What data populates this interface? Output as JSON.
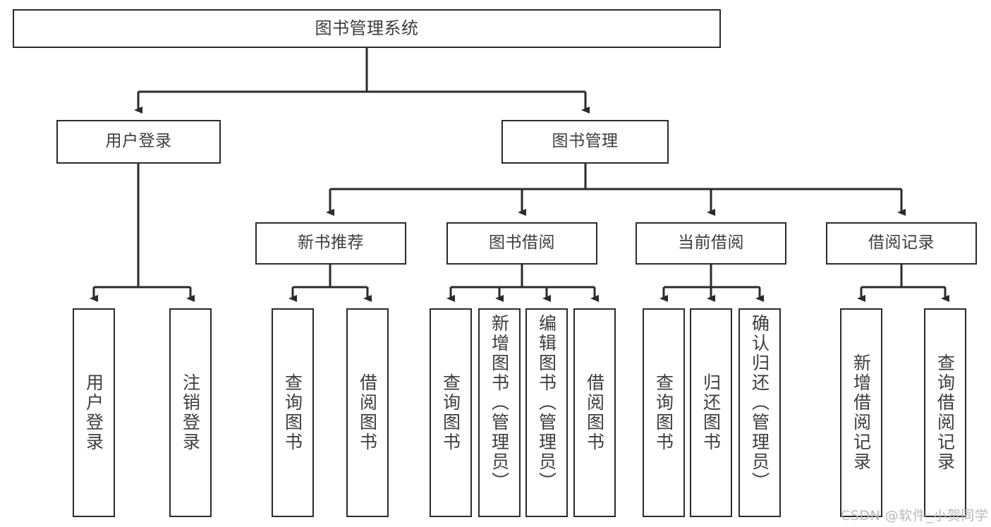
{
  "diagram": {
    "title": "图书管理系统",
    "type": "hierarchy-tree",
    "watermark": "CSDN @软件_小贺同学",
    "colors": {
      "stroke": "#2b2b2b",
      "text": "#3d3d3d",
      "background": "#ffffff",
      "watermark": "#b9b9b9"
    },
    "levels": {
      "level1": [
        "图书管理系统"
      ],
      "level2": [
        "用户登录",
        "图书管理"
      ],
      "level3": [
        "新书推荐",
        "图书借阅",
        "当前借阅",
        "借阅记录"
      ],
      "level4": [
        "用户登录",
        "注销登录",
        "查询图书",
        "借阅图书",
        "查询图书",
        "新增图书（管理员）",
        "编辑图书（管理员）",
        "借阅图书",
        "查询图书",
        "归还图书",
        "确认归还（管理员）",
        "新增借阅记录",
        "查询借阅记录"
      ]
    },
    "nodes": {
      "root": {
        "label": "图书管理系统"
      },
      "user_login": {
        "label": "用户登录"
      },
      "book_manage": {
        "label": "图书管理"
      },
      "new_book_rec": {
        "label": "新书推荐"
      },
      "book_borrow": {
        "label": "图书借阅"
      },
      "current_borrow": {
        "label": "当前借阅"
      },
      "borrow_record": {
        "label": "借阅记录"
      },
      "leaf_user_login": {
        "label": "用户登录"
      },
      "leaf_user_logout": {
        "label": "注销登录"
      },
      "leaf_query_book_a": {
        "label": "查询图书"
      },
      "leaf_borrow_book_a": {
        "label": "借阅图书"
      },
      "leaf_query_book_b": {
        "label": "查询图书"
      },
      "leaf_add_book": {
        "label": "新增图书（管理员）"
      },
      "leaf_edit_book": {
        "label": "编辑图书（管理员）"
      },
      "leaf_borrow_book_b": {
        "label": "借阅图书"
      },
      "leaf_query_book_c": {
        "label": "查询图书"
      },
      "leaf_return_book": {
        "label": "归还图书"
      },
      "leaf_confirm_return": {
        "label": "确认归还（管理员）"
      },
      "leaf_add_record": {
        "label": "新增借阅记录"
      },
      "leaf_query_record": {
        "label": "查询借阅记录"
      }
    }
  }
}
